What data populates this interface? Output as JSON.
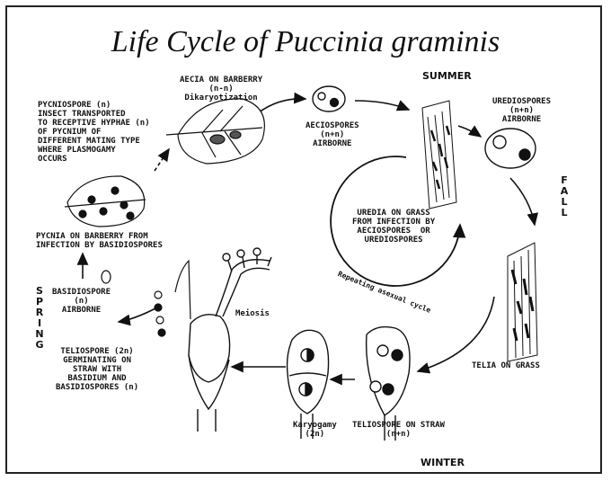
{
  "title": "Life Cycle of Puccinia graminis",
  "seasons": {
    "summer": "SUMMER",
    "fall": "FALL",
    "winter": "WINTER",
    "spring": "SPRING"
  },
  "labels": {
    "aecia": "AECIA ON BARBERRY\n(n-n)\nDikaryotization",
    "pycniospore": "PYCNIOSPORE (n)\nINSECT TRANSPORTED\nTO RECEPTIVE HYPHAE (n)\nOF PYCNIUM OF\nDIFFERENT MATING TYPE\nWHERE PLASMOGAMY\nOCCURS",
    "aeciospores": "AECIOSPORES\n(n+n)\nAIRBORNE",
    "urediospores": "UREDIOSPORES\n(n+n)\nAIRBORNE",
    "uredia": "UREDIA ON GRASS\nFROM INFECTION BY\nAECIOSPORES  OR\nUREDIOSPORES",
    "repeating": "Repeating asexual cycle",
    "pycnia": "PYCNIA ON BARBERRY FROM\nINFECTION BY BASIDIOSPORES",
    "basidiospore": "BASIDIOSPORE\n(n)\nAIRBORNE",
    "meiosis": "Meiosis",
    "teliospore_germ": "TELIOSPORE (2n)\nGERMINATING ON\nSTRAW WITH\nBASIDIUM AND\nBASIDIOSPORES (n)",
    "telia": "TELIA ON GRASS",
    "karyogamy": "Karyogamy\n(2n)",
    "teliospore_straw": "TELIOSPORE ON STRAW\n(n+n)"
  }
}
